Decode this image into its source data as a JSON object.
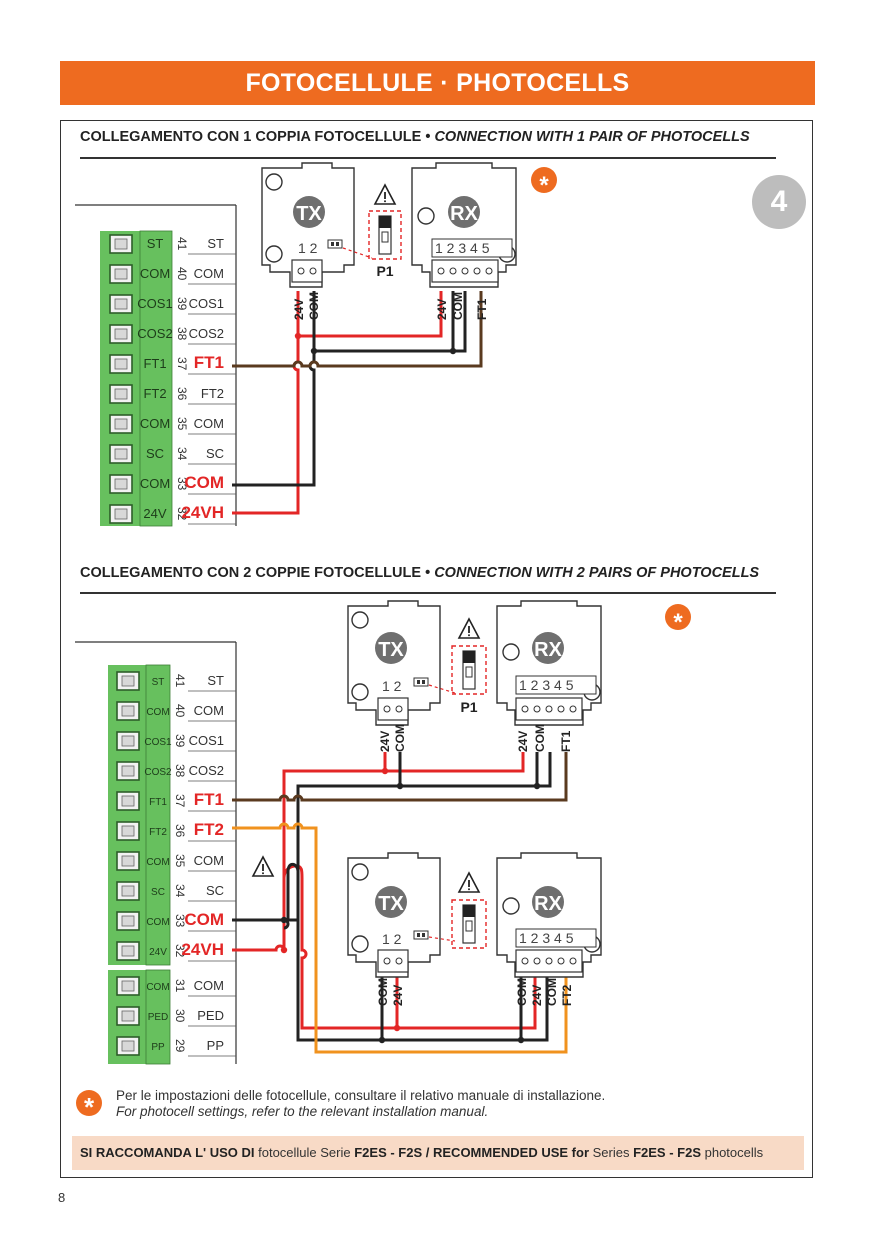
{
  "header": {
    "title": "FOTOCELLULE · PHOTOCELLS"
  },
  "section1": {
    "title_it": "COLLEGAMENTO CON 1 COPPIA FOTOCELLULE •",
    "title_en": "CONNECTION WITH 1 PAIR OF PHOTOCELLS"
  },
  "section2": {
    "title_it": "COLLEGAMENTO CON 2 COPPIE FOTOCELLULE •",
    "title_en": "CONNECTION WITH 2 PAIRS OF PHOTOCELLS"
  },
  "badge": "4",
  "star": "*",
  "devices": {
    "tx": "TX",
    "rx": "RX",
    "tx_pins": "1 2",
    "rx_pins": "1 2 3 4 5",
    "jumper": "P1"
  },
  "wires": {
    "v24": "24V",
    "com": "COM",
    "ft1": "FT1",
    "ft2": "FT2"
  },
  "terminals1": [
    {
      "num": "41",
      "left": "ST",
      "right": "ST"
    },
    {
      "num": "40",
      "left": "COM",
      "right": "COM"
    },
    {
      "num": "39",
      "left": "COS1",
      "right": "COS1"
    },
    {
      "num": "38",
      "left": "COS2",
      "right": "COS2"
    },
    {
      "num": "37",
      "left": "FT1",
      "right": "FT1"
    },
    {
      "num": "36",
      "left": "FT2",
      "right": "FT2"
    },
    {
      "num": "35",
      "left": "COM",
      "right": "COM"
    },
    {
      "num": "34",
      "left": "SC",
      "right": "SC"
    },
    {
      "num": "33",
      "left": "COM",
      "right": "COM"
    },
    {
      "num": "32",
      "left": "24V",
      "right": "24VH"
    }
  ],
  "terminals2": [
    {
      "num": "41",
      "left": "ST",
      "right": "ST"
    },
    {
      "num": "40",
      "left": "COM",
      "right": "COM"
    },
    {
      "num": "39",
      "left": "COS1",
      "right": "COS1"
    },
    {
      "num": "38",
      "left": "COS2",
      "right": "COS2"
    },
    {
      "num": "37",
      "left": "FT1",
      "right": "FT1"
    },
    {
      "num": "36",
      "left": "FT2",
      "right": "FT2"
    },
    {
      "num": "35",
      "left": "COM",
      "right": "COM"
    },
    {
      "num": "34",
      "left": "SC",
      "right": "SC"
    },
    {
      "num": "33",
      "left": "COM",
      "right": "COM"
    },
    {
      "num": "32",
      "left": "24V",
      "right": "24VH"
    },
    {
      "num": "31",
      "left": "COM",
      "right": "COM"
    },
    {
      "num": "30",
      "left": "PED",
      "right": "PED"
    },
    {
      "num": "29",
      "left": "PP",
      "right": "PP"
    }
  ],
  "note": {
    "it": "Per le impostazioni delle fotocellule, consultare il relativo manuale di installazione.",
    "en": "For photocell settings, refer to the relevant installation manual."
  },
  "recommendation": {
    "p1": "SI RACCOMANDA L' USO DI",
    "p2": " fotocellule Serie ",
    "p3": "F2ES - F2S",
    "p4": " / RECOMMENDED USE for",
    "p5": " Series ",
    "p6": "F2ES - F2S",
    "p7": " photocells"
  },
  "page_number": "8",
  "colors": {
    "accent": "#ee6b20",
    "red_wire": "#e32626",
    "black_wire": "#222222",
    "brown_wire": "#5a3a1f",
    "orange_wire": "#f0921e",
    "terminal_green": "#67c05e"
  }
}
